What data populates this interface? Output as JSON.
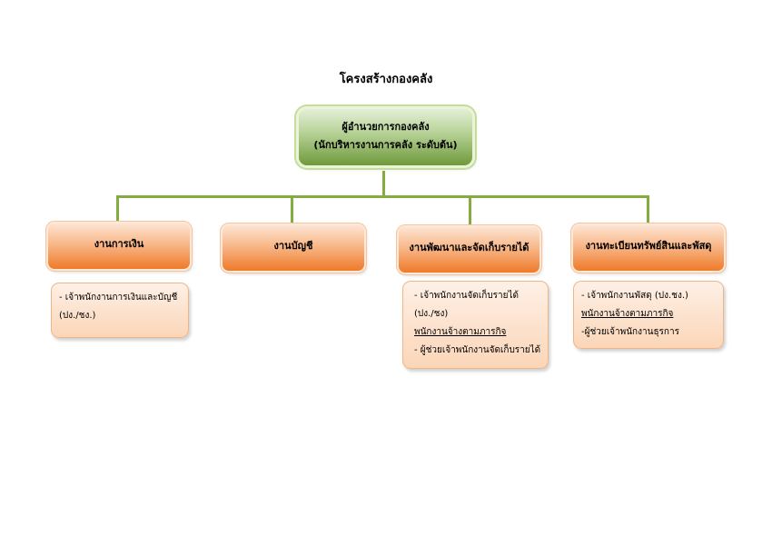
{
  "title": "โครงสร้างกองคลัง",
  "root": {
    "line1": "ผู้อำนวยการกองคลัง",
    "line2": "(นักบริหารงานการคลัง ระดับต้น)"
  },
  "departments": [
    {
      "label": "งานการเงิน",
      "staff": [
        "- เจ้าพนักงานการเงินและบัญชี",
        "(ปง./ชง.)"
      ]
    },
    {
      "label": "งานบัญชี",
      "staff": []
    },
    {
      "label": "งานพัฒนาและจัดเก็บรายได้",
      "staff": [
        "- เจ้าพนักงานจัดเก็บรายได้",
        "(ปง./ชง)",
        "พนักงานจ้างตามภารกิจ",
        "- ผู้ช่วยเจ้าพนักงานจัดเก็บรายได้"
      ]
    },
    {
      "label": "งานทะเบียนทรัพย์สินและพัสดุ",
      "staff": [
        "- เจ้าพนักงานพัสดุ (ปง.ชง.)",
        "พนักงานจ้างตามภารกิจ",
        "-ผู้ช่วยเจ้าพนักงานธุรการ"
      ]
    }
  ]
}
